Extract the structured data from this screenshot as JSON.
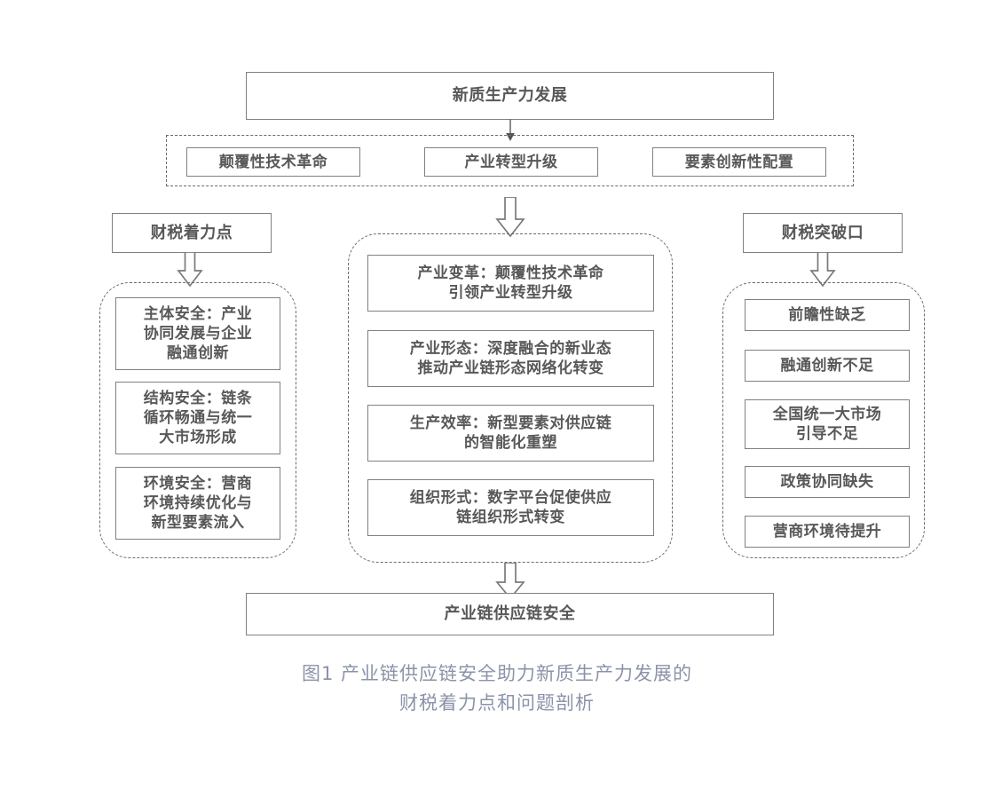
{
  "diagram": {
    "top_node": {
      "label": "新质生产力发展"
    },
    "driver_group": {
      "items": [
        {
          "label": "颠覆性技术革命"
        },
        {
          "label": "产业转型升级"
        },
        {
          "label": "要素创新性配置"
        }
      ]
    },
    "left_column": {
      "header": {
        "label": "财税着力点"
      },
      "items": [
        {
          "label": "主体安全：产业\n协同发展与企业\n融通创新"
        },
        {
          "label": "结构安全：链条\n循环畅通与统一\n大市场形成"
        },
        {
          "label": "环境安全：营商\n环境持续优化与\n新型要素流入"
        }
      ]
    },
    "center_column": {
      "items": [
        {
          "label": "产业变革：颠覆性技术革命\n引领产业转型升级"
        },
        {
          "label": "产业形态：深度融合的新业态\n推动产业链形态网络化转变"
        },
        {
          "label": "生产效率：新型要素对供应链\n的智能化重塑"
        },
        {
          "label": "组织形式：数字平台促使供应\n链组织形式转变"
        }
      ]
    },
    "right_column": {
      "header": {
        "label": "财税突破口"
      },
      "items": [
        {
          "label": "前瞻性缺乏"
        },
        {
          "label": "融通创新不足"
        },
        {
          "label": "全国统一大市场\n引导不足"
        },
        {
          "label": "政策协同缺失"
        },
        {
          "label": "营商环境待提升"
        }
      ]
    },
    "bottom_node": {
      "label": "产业链供应链安全"
    },
    "caption": {
      "text": "图1 产业链供应链安全助力新质生产力发展的\n财税着力点和问题剖析"
    },
    "colors": {
      "box_border": "#808080",
      "dashed_border": "#6b6b6b",
      "text": "#585858",
      "caption_text": "#8b93a8",
      "background": "#ffffff"
    }
  }
}
